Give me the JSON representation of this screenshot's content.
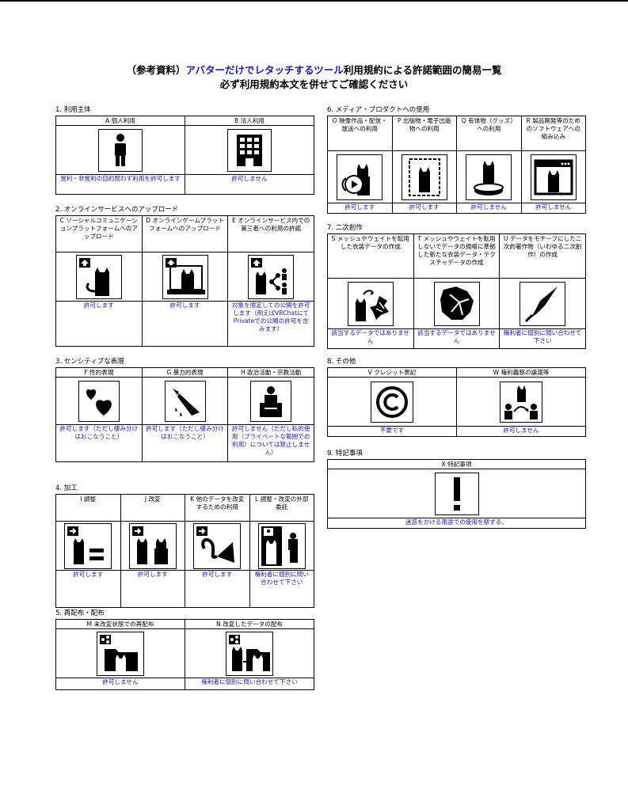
{
  "title": {
    "prefix": "（参考資料）",
    "highlight": "アバターだけでレタッチするツール",
    "suffix": "利用規約による許諾範囲の簡易一覧"
  },
  "subtitle": "必ず利用規約本文を併せてご確認ください",
  "s1": {
    "title": "1. 利用主体",
    "cols": [
      {
        "hdr": "A 個人利用",
        "res": "営利・非営利の目的問わず利用を許可します"
      },
      {
        "hdr": "B 法人利用",
        "res": "許可しません"
      }
    ]
  },
  "s2": {
    "title": "2. オンラインサービスへのアップロード",
    "cols": [
      {
        "hdr": "C ソーシャルコミュニケーションプラットフォームへのアップロード",
        "res": "許可します"
      },
      {
        "hdr": "D オンラインゲームプラットフォームへのアップロード",
        "res": "許可します"
      },
      {
        "hdr": "E オンラインサービス内での第三者への利用の許諾",
        "res": "対象を限定しての公開を許可します（例えばVRChatにてPrivateでの公開の許可を含みます）"
      }
    ]
  },
  "s3": {
    "title": "3. センシティブな表現",
    "cols": [
      {
        "hdr": "F 性的表現",
        "res": "許可します（ただし棲み分けはおこなうこと）"
      },
      {
        "hdr": "G 暴力的表現",
        "res": "許可します（ただし棲み分けはおこなうこと）"
      },
      {
        "hdr": "H 政治活動・宗教活動",
        "res": "許可しません（ただし私的使用（プライベートな範囲での利用）については禁止しません）"
      }
    ]
  },
  "s4": {
    "title": "4. 加工",
    "cols": [
      {
        "hdr": "I 調整",
        "res": "許可します"
      },
      {
        "hdr": "J 改変",
        "res": "許可します"
      },
      {
        "hdr": "K 他のデータを改変するための利用",
        "res": "許可します"
      },
      {
        "hdr": "L 調整・改変の外部委託",
        "res": "権利者に個別に問い合わせて下さい"
      }
    ]
  },
  "s5": {
    "title": "5. 再配布・配布",
    "cols": [
      {
        "hdr": "M 未改変状態での再配布",
        "res": "許可しません"
      },
      {
        "hdr": "N 改変したデータの配布",
        "res": "権利者に個別に問い合わせて下さい"
      }
    ]
  },
  "s6": {
    "title": "6. メディア・プロダクトへの使用",
    "cols": [
      {
        "hdr": "O 映像作品・配信・放送への利用",
        "res": "許可します"
      },
      {
        "hdr": "P 出版物・電子出版物への利用",
        "res": "許可します"
      },
      {
        "hdr": "Q 有体物（グッズ）への利用",
        "res": "許可しません"
      },
      {
        "hdr": "R 製品開発等のためのソフトウェアへの組み込み",
        "res": "許可しません"
      }
    ]
  },
  "s7": {
    "title": "7. 二次創作",
    "cols": [
      {
        "hdr": "S メッシュやウェイトを転用した衣装データの作成",
        "res": "該当するデータではありません"
      },
      {
        "hdr": "T メッシュやウェイトを転用しないでデータの規格に準拠した新たな衣装データ・テクスチャデータの作成",
        "res": "該当するデータではありません"
      },
      {
        "hdr": "U データをモチーフにした二次的著作物（いわゆる二次創作）の作成",
        "res": "権利者に個別に問い合わせて下さい"
      }
    ]
  },
  "s8": {
    "title": "8. その他",
    "cols": [
      {
        "hdr": "V クレジット表記",
        "res": "不要です"
      },
      {
        "hdr": "W 権利義務の譲渡等",
        "res": "許可しません"
      }
    ]
  },
  "s9": {
    "title": "9. 特記事項",
    "cols": [
      {
        "hdr": "X 特記事項",
        "res": "迷惑をかける用途での使用を禁ずる。"
      }
    ]
  }
}
